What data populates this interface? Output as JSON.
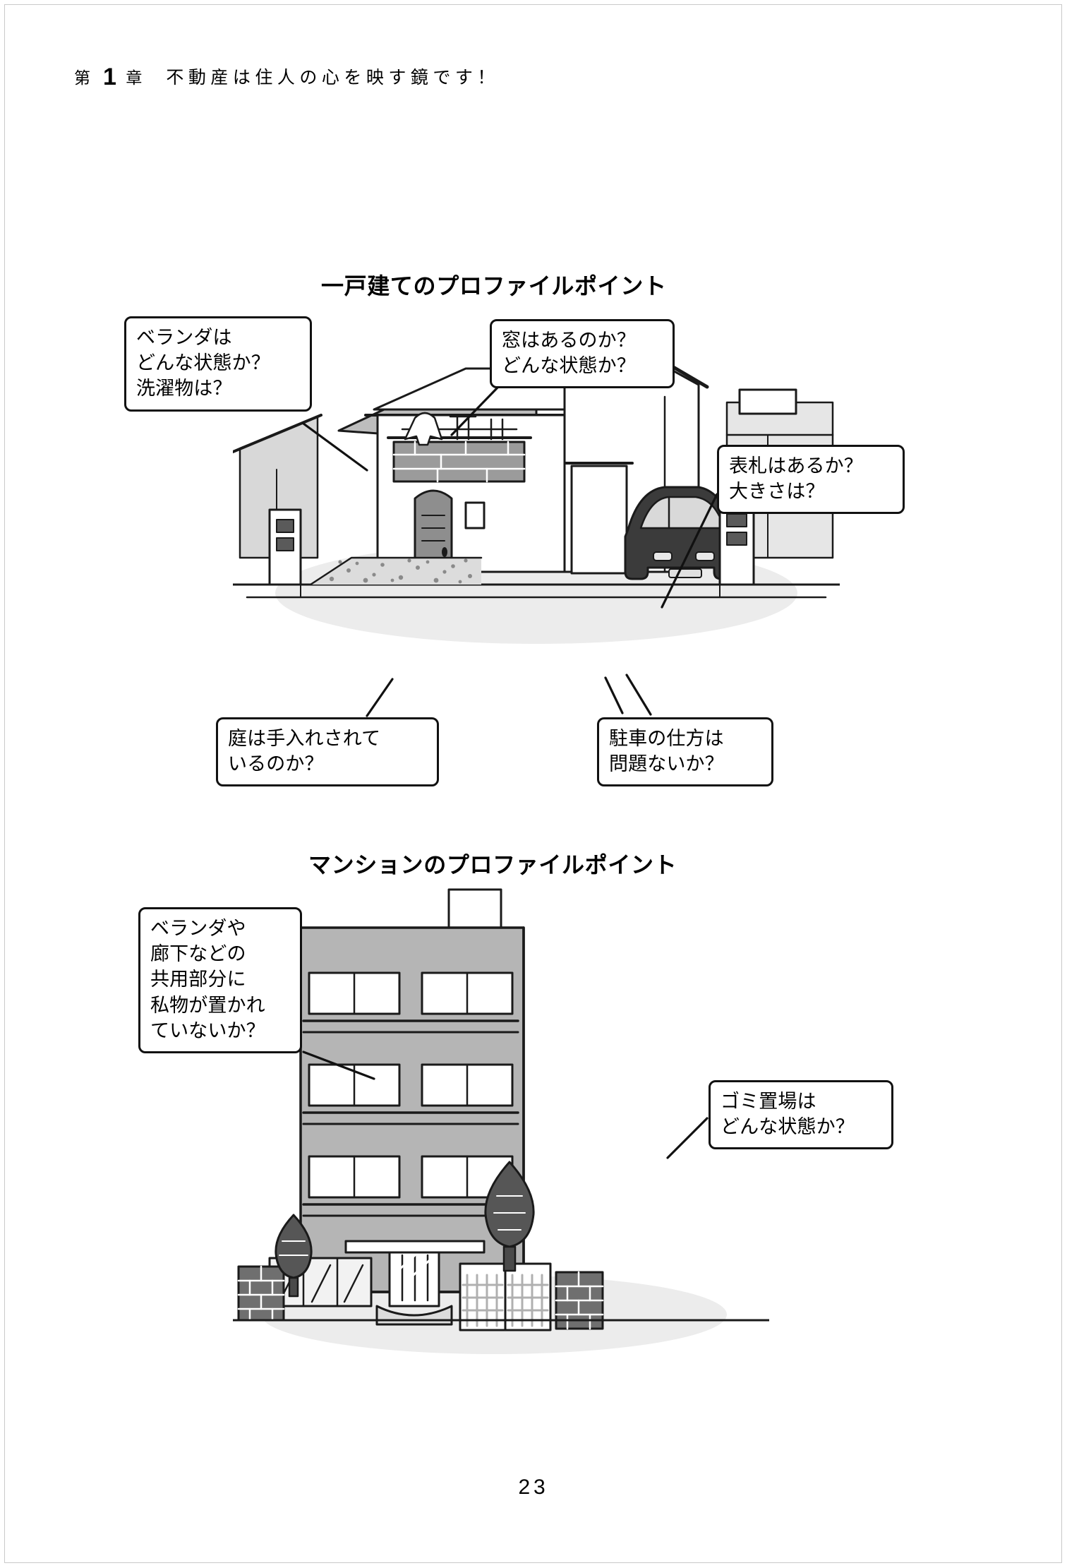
{
  "page": {
    "folio": "23",
    "running_header": {
      "chapter_word": "第",
      "chapter_number": "1",
      "chapter_unit": "章",
      "title": "不動産は住人の心を映す鏡です！"
    }
  },
  "figures": [
    {
      "id": "house",
      "title": "一戸建てのプロファイルポイント",
      "callouts": [
        {
          "id": "veranda",
          "text": "ベランダは\nどんな状態か？\n洗濯物は？"
        },
        {
          "id": "window",
          "text": "窓はあるのか？\nどんな状態か？"
        },
        {
          "id": "nameplate",
          "text": "表札はあるか？\n大きさは？"
        },
        {
          "id": "garden",
          "text": "庭は手入れされて\nいるのか？"
        },
        {
          "id": "parking",
          "text": "駐車の仕方は\n問題ないか？"
        }
      ]
    },
    {
      "id": "mansion",
      "title": "マンションのプロファイルポイント",
      "callouts": [
        {
          "id": "common-area",
          "text": "ベランダや\n廊下などの\n共用部分に\n私物が置かれ\nていないか？"
        },
        {
          "id": "garbage",
          "text": "ゴミ置場は\nどんな状態か？"
        }
      ]
    }
  ],
  "colors": {
    "ink": "#111111",
    "paper": "#ffffff",
    "wall_gray": "#b3b3b3",
    "shadow_gray": "#e4e4e4",
    "dark_gray": "#4a4a4a",
    "mid_gray": "#8f8f8f"
  }
}
